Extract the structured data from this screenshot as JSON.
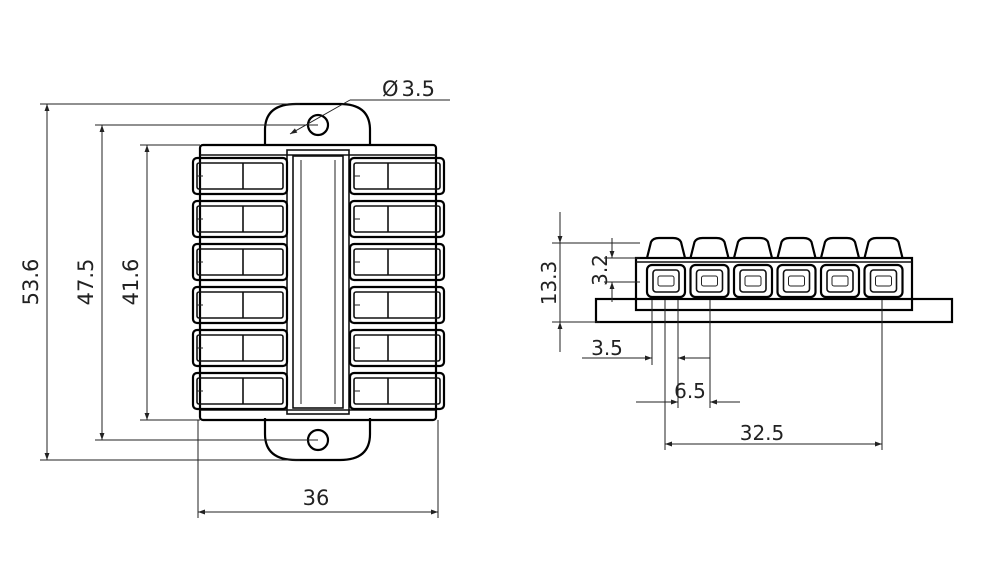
{
  "drawing": {
    "type": "technical-dimension-drawing",
    "line_color": "#111111",
    "background": "#ffffff",
    "dimensions": {
      "hole_diameter": "3.5",
      "overall_height": "53.6",
      "hole_spacing": "47.5",
      "body_height": "41.6",
      "body_width": "36",
      "side_total_height": "13.3",
      "side_lever_height": "3.2",
      "side_first_offset": "3.5",
      "side_pitch": "6.5",
      "side_span": "32.5"
    },
    "diameter_symbol": "Ø"
  }
}
